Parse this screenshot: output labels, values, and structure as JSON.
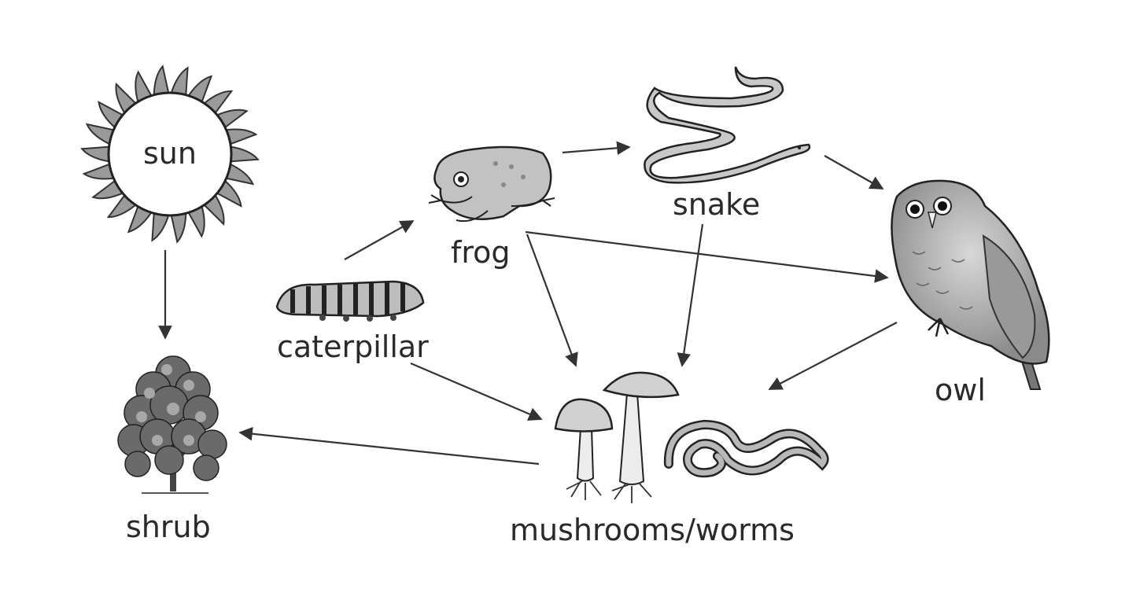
{
  "nodes": {
    "sun": {
      "label": "sun",
      "icon": "sun-icon"
    },
    "shrub": {
      "label": "shrub",
      "icon": "shrub-icon"
    },
    "caterpillar": {
      "label": "caterpillar",
      "icon": "caterpillar-icon"
    },
    "frog": {
      "label": "frog",
      "icon": "frog-icon"
    },
    "snake": {
      "label": "snake",
      "icon": "snake-icon"
    },
    "owl": {
      "label": "owl",
      "icon": "owl-icon"
    },
    "decomposers": {
      "label": "mushrooms/worms",
      "icon": "mushrooms-worm-icon"
    }
  },
  "edges": [
    {
      "from": "sun",
      "to": "shrub"
    },
    {
      "from": "caterpillar",
      "to": "frog"
    },
    {
      "from": "caterpillar",
      "to": "mushrooms/worms"
    },
    {
      "from": "frog",
      "to": "snake"
    },
    {
      "from": "frog",
      "to": "owl"
    },
    {
      "from": "frog",
      "to": "mushrooms/worms"
    },
    {
      "from": "snake",
      "to": "owl"
    },
    {
      "from": "snake",
      "to": "mushrooms/worms"
    },
    {
      "from": "owl",
      "to": "mushrooms/worms"
    },
    {
      "from": "mushrooms/worms",
      "to": "shrub"
    }
  ]
}
